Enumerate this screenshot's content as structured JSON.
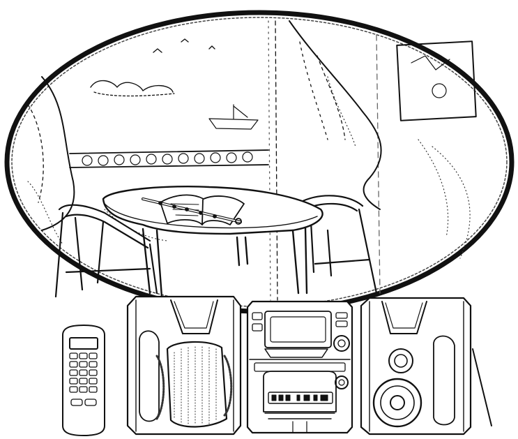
{
  "illustration": {
    "style": "black-and-white line drawing",
    "ink_color": "#111111",
    "paper_color": "#ffffff",
    "vignette": {
      "shape": "ellipse",
      "contents": [
        "window-curtain",
        "balcony-railing",
        "table",
        "open-book",
        "flute",
        "two-chairs",
        "wall-picture"
      ]
    },
    "foreground": [
      "remote-control",
      "left-speaker",
      "stereo-unit",
      "right-speaker"
    ]
  }
}
